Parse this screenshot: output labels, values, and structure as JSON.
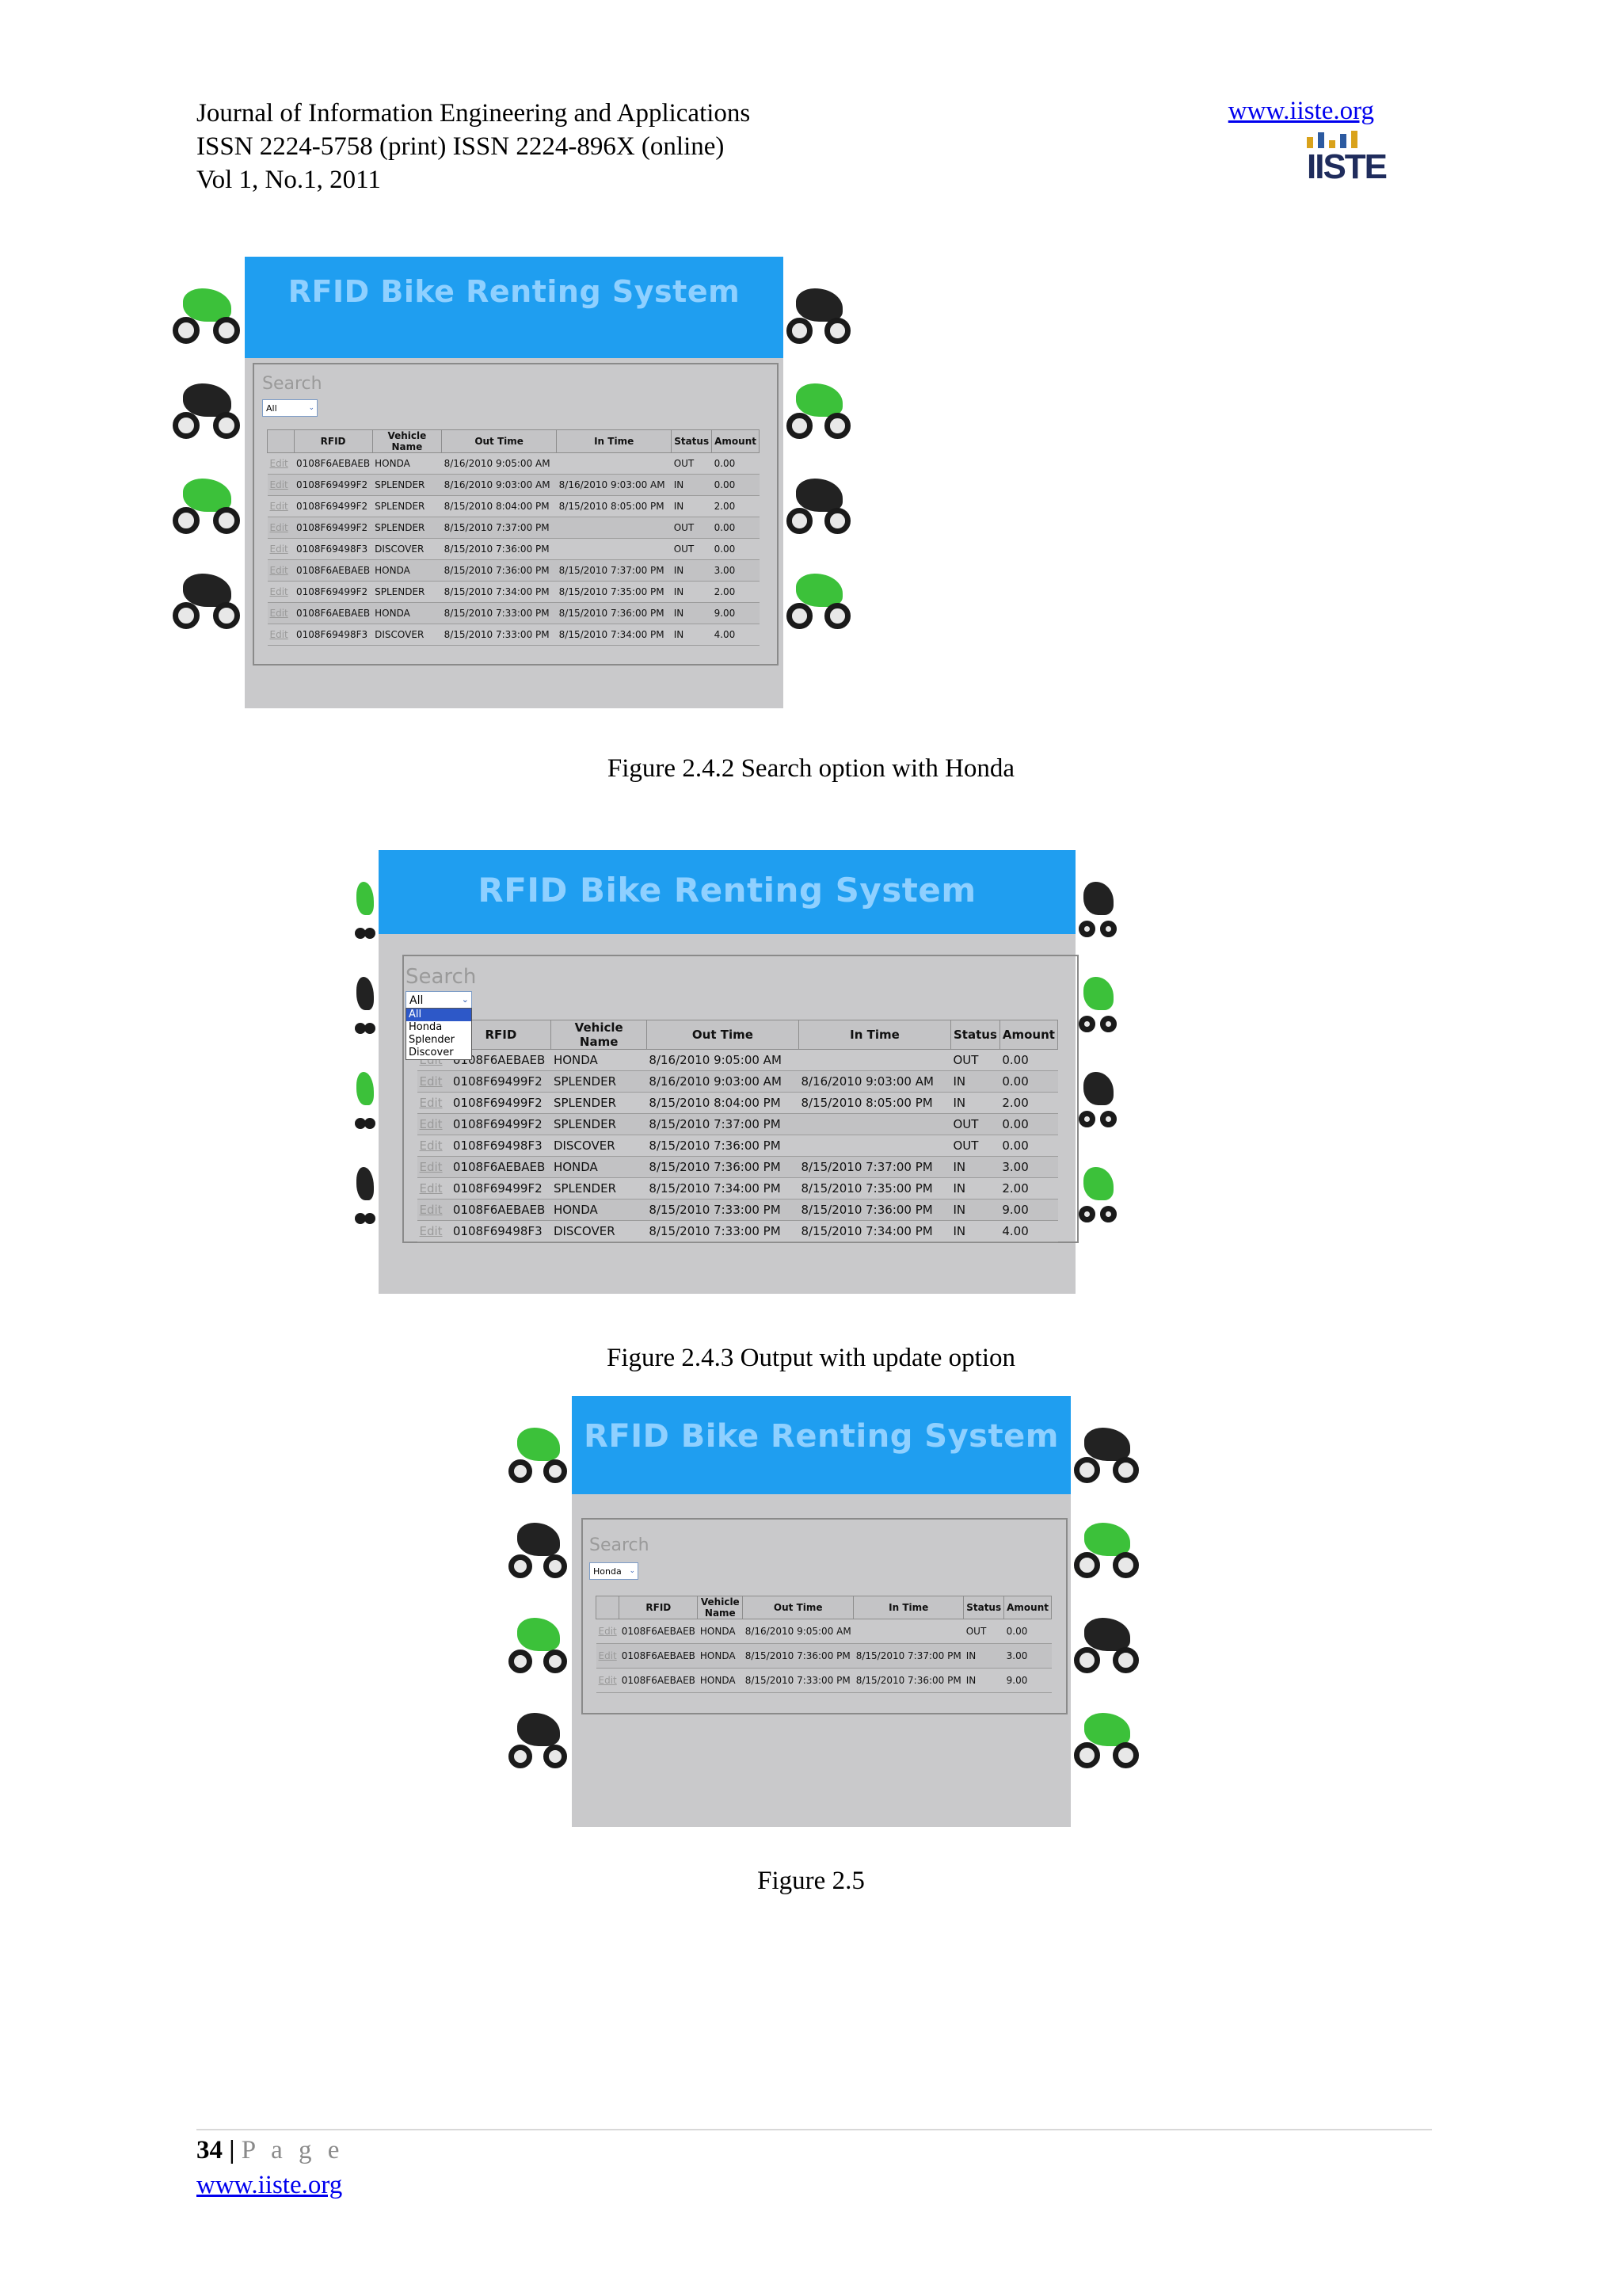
{
  "header": {
    "journal": "Journal of Information Engineering and Applications",
    "issn": "ISSN 2224-5758 (print) ISSN 2224-896X (online)",
    "volume": "Vol 1, No.1, 2011",
    "url": "www.iiste.org",
    "logo_text": "IISTE"
  },
  "app": {
    "title": "RFID Bike Renting System",
    "search_label": "Search",
    "edit_label": "Edit",
    "columns": [
      "",
      "RFID",
      "Vehicle Name",
      "Out Time",
      "In Time",
      "Status",
      "Amount"
    ],
    "dropdown_options": [
      "All",
      "Honda",
      "Splender",
      "Discover"
    ]
  },
  "figures": [
    {
      "caption": "Figure 2.4.2 Search option with Honda",
      "selected": "All",
      "dropdown_open": false,
      "rows": [
        [
          "0108F6AEBAEB",
          "HONDA",
          "8/16/2010 9:05:00 AM",
          "",
          "OUT",
          "0.00"
        ],
        [
          "0108F69499F2",
          "SPLENDER",
          "8/16/2010 9:03:00 AM",
          "8/16/2010 9:03:00 AM",
          "IN",
          "0.00"
        ],
        [
          "0108F69499F2",
          "SPLENDER",
          "8/15/2010 8:04:00 PM",
          "8/15/2010 8:05:00 PM",
          "IN",
          "2.00"
        ],
        [
          "0108F69499F2",
          "SPLENDER",
          "8/15/2010 7:37:00 PM",
          "",
          "OUT",
          "0.00"
        ],
        [
          "0108F69498F3",
          "DISCOVER",
          "8/15/2010 7:36:00 PM",
          "",
          "OUT",
          "0.00"
        ],
        [
          "0108F6AEBAEB",
          "HONDA",
          "8/15/2010 7:36:00 PM",
          "8/15/2010 7:37:00 PM",
          "IN",
          "3.00"
        ],
        [
          "0108F69499F2",
          "SPLENDER",
          "8/15/2010 7:34:00 PM",
          "8/15/2010 7:35:00 PM",
          "IN",
          "2.00"
        ],
        [
          "0108F6AEBAEB",
          "HONDA",
          "8/15/2010 7:33:00 PM",
          "8/15/2010 7:36:00 PM",
          "IN",
          "9.00"
        ],
        [
          "0108F69498F3",
          "DISCOVER",
          "8/15/2010 7:33:00 PM",
          "8/15/2010 7:34:00 PM",
          "IN",
          "4.00"
        ]
      ]
    },
    {
      "caption": "Figure 2.4.3 Output with update option",
      "selected": "All",
      "dropdown_open": true,
      "rows": [
        [
          "0108F6AEBAEB",
          "HONDA",
          "8/16/2010 9:05:00 AM",
          "",
          "OUT",
          "0.00"
        ],
        [
          "0108F69499F2",
          "SPLENDER",
          "8/16/2010 9:03:00 AM",
          "8/16/2010 9:03:00 AM",
          "IN",
          "0.00"
        ],
        [
          "0108F69499F2",
          "SPLENDER",
          "8/15/2010 8:04:00 PM",
          "8/15/2010 8:05:00 PM",
          "IN",
          "2.00"
        ],
        [
          "0108F69499F2",
          "SPLENDER",
          "8/15/2010 7:37:00 PM",
          "",
          "OUT",
          "0.00"
        ],
        [
          "0108F69498F3",
          "DISCOVER",
          "8/15/2010 7:36:00 PM",
          "",
          "OUT",
          "0.00"
        ],
        [
          "0108F6AEBAEB",
          "HONDA",
          "8/15/2010 7:36:00 PM",
          "8/15/2010 7:37:00 PM",
          "IN",
          "3.00"
        ],
        [
          "0108F69499F2",
          "SPLENDER",
          "8/15/2010 7:34:00 PM",
          "8/15/2010 7:35:00 PM",
          "IN",
          "2.00"
        ],
        [
          "0108F6AEBAEB",
          "HONDA",
          "8/15/2010 7:33:00 PM",
          "8/15/2010 7:36:00 PM",
          "IN",
          "9.00"
        ],
        [
          "0108F69498F3",
          "DISCOVER",
          "8/15/2010 7:33:00 PM",
          "8/15/2010 7:34:00 PM",
          "IN",
          "4.00"
        ]
      ]
    },
    {
      "caption": "Figure 2.5",
      "selected": "Honda",
      "dropdown_open": false,
      "rows": [
        [
          "0108F6AEBAEB",
          "HONDA",
          "8/16/2010 9:05:00 AM",
          "",
          "OUT",
          "0.00"
        ],
        [
          "0108F6AEBAEB",
          "HONDA",
          "8/15/2010 7:36:00 PM",
          "8/15/2010 7:37:00 PM",
          "IN",
          "3.00"
        ],
        [
          "0108F6AEBAEB",
          "HONDA",
          "8/15/2010 7:33:00 PM",
          "8/15/2010 7:36:00 PM",
          "IN",
          "9.00"
        ]
      ]
    }
  ],
  "footer": {
    "page_number": "34",
    "separator": "|",
    "page_word": "P a g e",
    "url": "www.iiste.org"
  }
}
